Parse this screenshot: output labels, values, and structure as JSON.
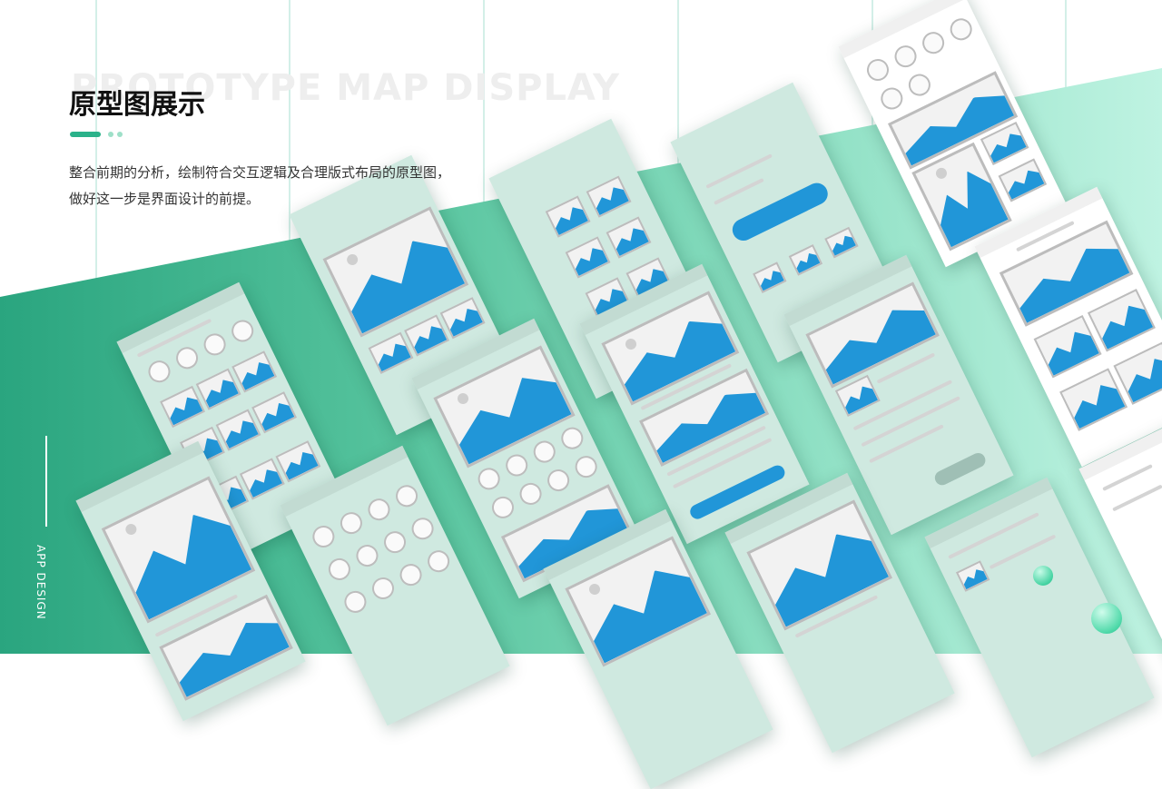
{
  "header": {
    "bg_title": "PROTOTYPE MAP DISPLAY",
    "title": "原型图展示",
    "desc_line1": "整合前期的分析，绘制符合交互逻辑及合理版式布局的原型图，",
    "desc_line2": "做好这一步是界面设计的前提。"
  },
  "side": {
    "label": "APP DESIGN"
  },
  "colors": {
    "accent": "#2ab28a",
    "band_start": "#2aa57f",
    "band_end": "#bff3e2",
    "wire_blue": "#2196d8"
  }
}
